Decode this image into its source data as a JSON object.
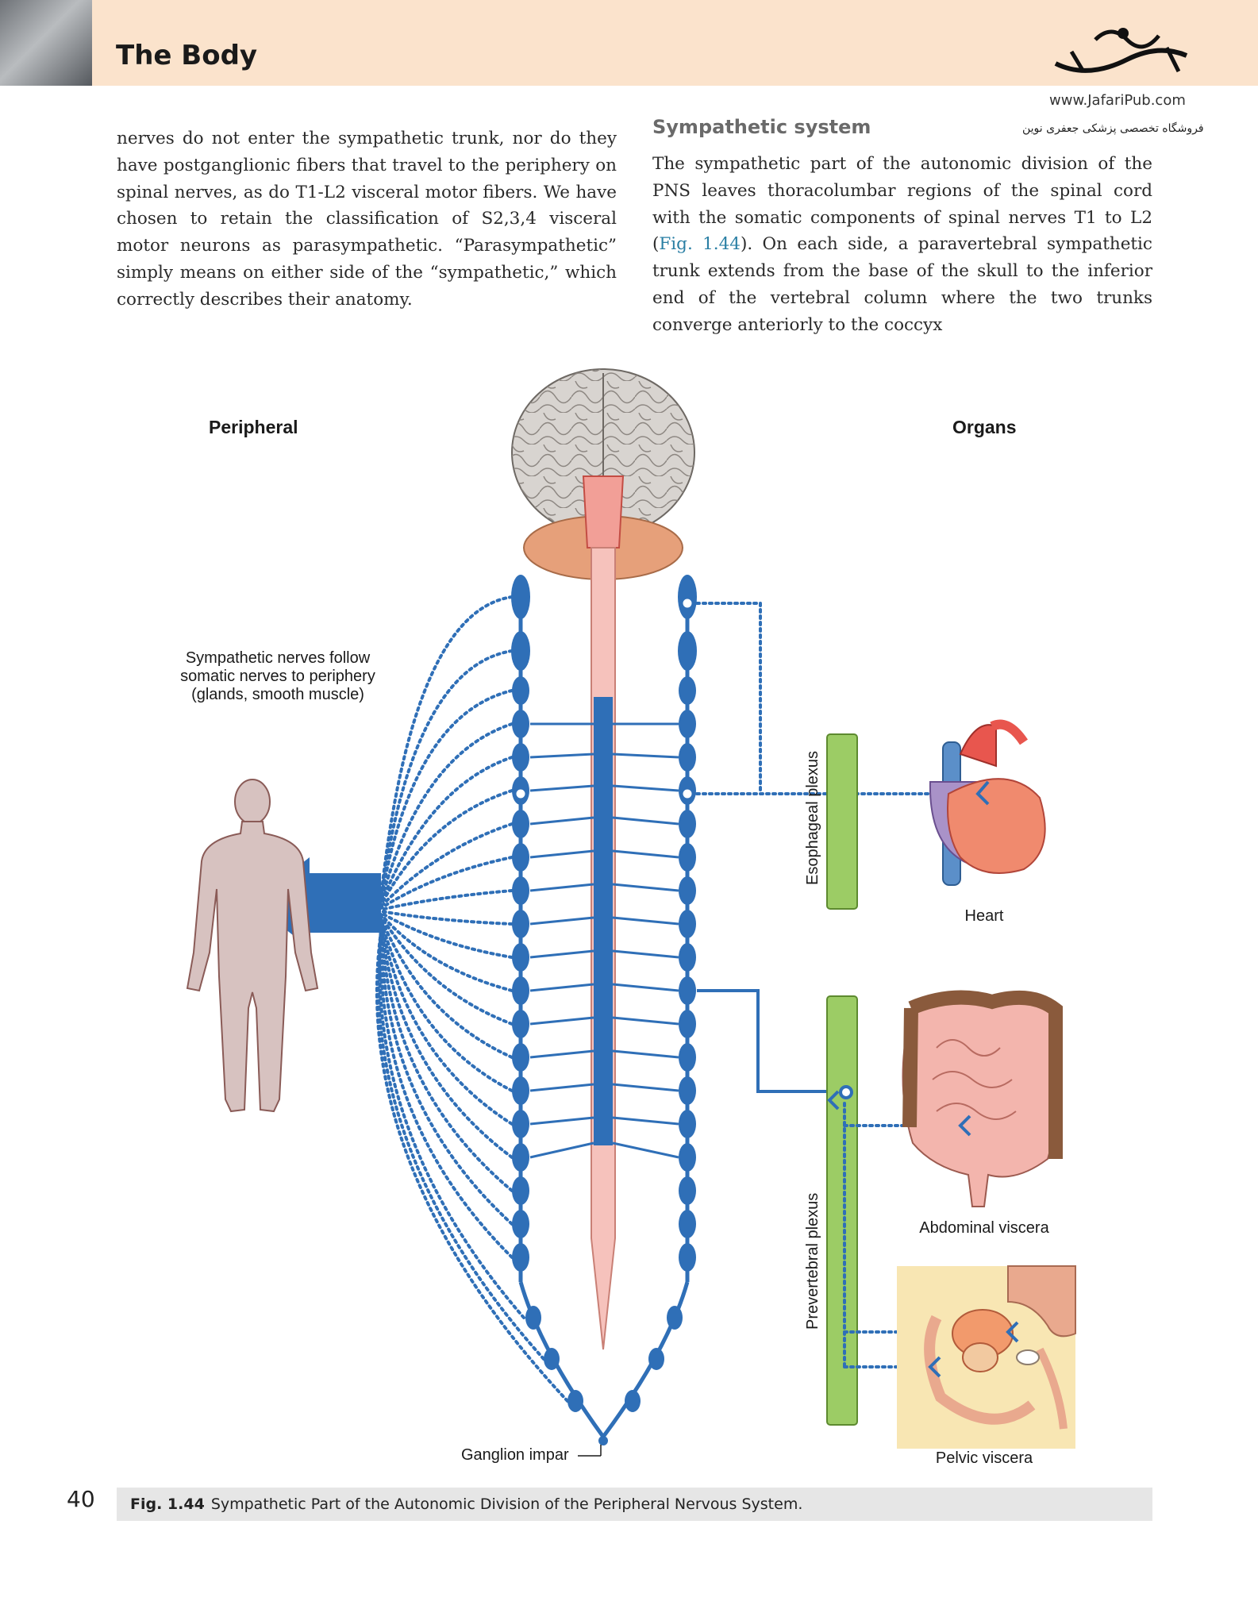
{
  "header": {
    "section_title": "The Body",
    "website": "www.JafariPub.com",
    "shop_name": "فروشگاه تخصصی پزشکی جعفری نوین"
  },
  "text": {
    "left_column": "nerves do not enter the sympathetic trunk, nor do they have postganglionic fibers that travel to the periphery on spinal nerves, as do T1-L2 visceral motor fibers. We have chosen to retain the classification of S2,3,4 visceral motor neurons as parasympathetic. “Parasympathetic” simply means on either side of the “sympathetic,” which correctly describes their anatomy.",
    "right_heading": "Sympathetic system",
    "right_column_before": "The sympathetic part of the autonomic division of the PNS leaves thoracolumbar regions of the spinal cord with the somatic components of spinal nerves T1 to L2 (",
    "right_column_ref": "Fig. 1.44",
    "right_column_after": "). On each side, a paravertebral sympathetic trunk extends from the base of the skull to the inferior end of the vertebral column where the two trunks converge anteriorly to the coccyx"
  },
  "figure": {
    "peripheral_heading": "Peripheral",
    "organs_heading": "Organs",
    "periphery_note_1": "Sympathetic nerves follow",
    "periphery_note_2": "somatic nerves to periphery",
    "periphery_note_3": "(glands, smooth muscle)",
    "esophageal_plexus": "Esophageal plexus",
    "prevertebral_plexus": "Prevertebral plexus",
    "heart_label": "Heart",
    "abdominal_label": "Abdominal viscera",
    "pelvic_label": "Pelvic viscera",
    "ganglion_label": "Ganglion impar",
    "colors": {
      "nerve_blue": "#2f6fb7",
      "plexus_green": "#9ccc65",
      "brain_gray": "#d8d4d0",
      "cerebellum": "#e6a07a",
      "cord_pink": "#f6c2bc",
      "figure_skin": "#d7c2c0"
    }
  },
  "footer": {
    "page_number": "40",
    "caption_label": "Fig. 1.44",
    "caption_text": "Sympathetic Part of the Autonomic Division of the Peripheral Nervous System."
  }
}
